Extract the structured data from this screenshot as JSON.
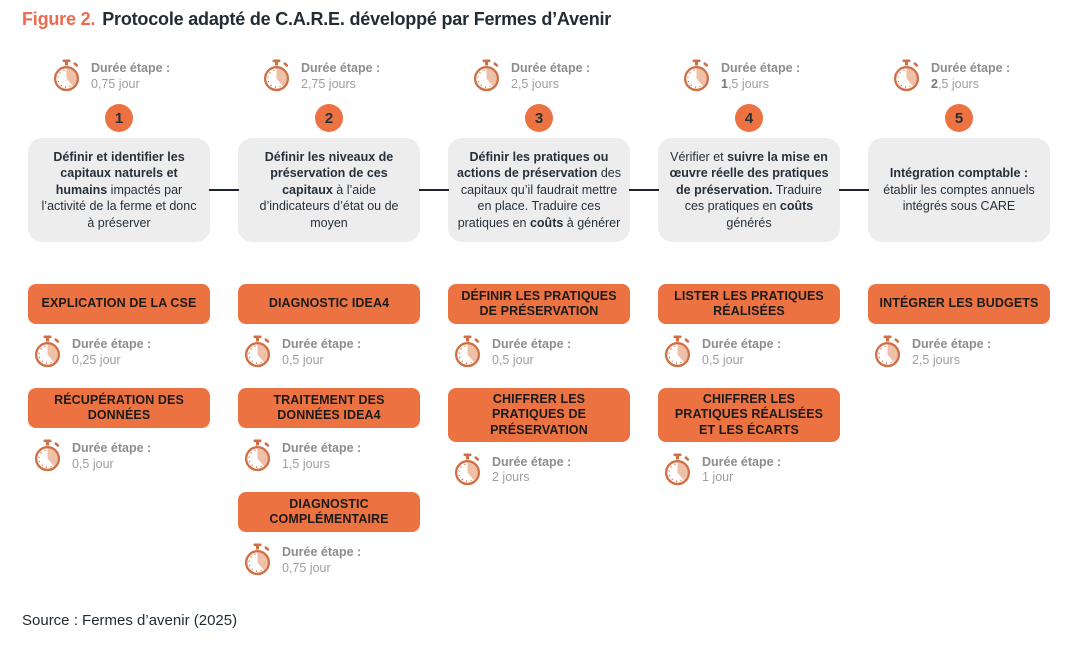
{
  "title": {
    "figure_label": "Figure 2.",
    "text": "Protocole adapté de C.A.R.E. développé par Fermes d’Avenir"
  },
  "duration_label": "Durée étape :",
  "source": "Source : Fermes d’avenir (2025)",
  "colors": {
    "accent_orange": "#ed7242",
    "figure_label_orange": "#ee6a4e",
    "gray_box": "#ededee",
    "dark_text": "#26303a",
    "muted_gray_text": "#9e9e9e",
    "stopwatch_outline": "#cf6f45",
    "stopwatch_sector": "#efc0a8",
    "connector_black": "#1e242b"
  },
  "icons": {
    "duration_icon": "stopwatch-icon"
  },
  "steps": [
    {
      "number": "1",
      "duration": [
        {
          "text": "0,75 jour",
          "bold": false
        }
      ],
      "description": [
        {
          "text": "Définir et identifier les capitaux naturels et humains",
          "bold": true
        },
        {
          "text": " impactés par l’activité de la ferme et donc à préserver",
          "bold": false
        }
      ],
      "substeps": [
        {
          "label": "EXPLICATION DE LA CSE",
          "duration": [
            {
              "text": "0,25 jour",
              "bold": false
            }
          ]
        },
        {
          "label": "RÉCUPÉRATION DES DONNÉES",
          "duration": [
            {
              "text": "0,5 jour",
              "bold": false
            }
          ]
        }
      ]
    },
    {
      "number": "2",
      "duration": [
        {
          "text": "2,75 jours",
          "bold": false
        }
      ],
      "description": [
        {
          "text": "Définir les niveaux de préservation de ces capitaux",
          "bold": true
        },
        {
          "text": " à l’aide d’indicateurs d’état ou de moyen",
          "bold": false
        }
      ],
      "substeps": [
        {
          "label": "DIAGNOSTIC IDEA4",
          "duration": [
            {
              "text": "0,5 jour",
              "bold": false
            }
          ]
        },
        {
          "label": "TRAITEMENT DES DONNÉES IDEA4",
          "duration": [
            {
              "text": "1,5 jours",
              "bold": false
            }
          ]
        },
        {
          "label": "DIAGNOSTIC COMPLÉMENTAIRE",
          "duration": [
            {
              "text": "0,75 jour",
              "bold": false
            }
          ]
        }
      ]
    },
    {
      "number": "3",
      "duration": [
        {
          "text": "2,5 jours",
          "bold": false
        }
      ],
      "description": [
        {
          "text": "Définir les pratiques ou actions de préservation",
          "bold": true
        },
        {
          "text": " des capitaux qu’il faudrait mettre en place. Traduire ces pratiques en ",
          "bold": false
        },
        {
          "text": "coûts",
          "bold": true
        },
        {
          "text": " à générer",
          "bold": false
        }
      ],
      "substeps": [
        {
          "label": "DÉFINIR LES PRATIQUES DE PRÉSERVATION",
          "duration": [
            {
              "text": "0,5 jour",
              "bold": false
            }
          ]
        },
        {
          "label": "CHIFFRER LES PRATIQUES DE PRÉSERVATION",
          "duration": [
            {
              "text": "2 jours",
              "bold": false
            }
          ]
        }
      ]
    },
    {
      "number": "4",
      "duration": [
        {
          "text": "1",
          "bold": true
        },
        {
          "text": ",5 jours",
          "bold": false
        }
      ],
      "description": [
        {
          "text": "Vérifier et ",
          "bold": false
        },
        {
          "text": "suivre la mise en œuvre réelle des pratiques de préservation.",
          "bold": true
        },
        {
          "text": " Traduire ces pratiques en ",
          "bold": false
        },
        {
          "text": "coûts",
          "bold": true
        },
        {
          "text": " générés",
          "bold": false
        }
      ],
      "substeps": [
        {
          "label": "LISTER LES PRATIQUES RÉALISÉES",
          "duration": [
            {
              "text": "0,5 jour",
              "bold": false
            }
          ]
        },
        {
          "label": "CHIFFRER LES PRATIQUES RÉALISÉES ET LES ÉCARTS",
          "duration": [
            {
              "text": "1 jour",
              "bold": false
            }
          ]
        }
      ]
    },
    {
      "number": "5",
      "duration": [
        {
          "text": "2",
          "bold": true
        },
        {
          "text": ",5 jours",
          "bold": false
        }
      ],
      "description": [
        {
          "text": "Intégration comptable :",
          "bold": true
        },
        {
          "text": " établir les comptes annuels intégrés sous CARE",
          "bold": false
        }
      ],
      "substeps": [
        {
          "label": "INTÉGRER LES BUDGETS",
          "duration": [
            {
              "text": "2,5 jours",
              "bold": false
            }
          ]
        }
      ]
    }
  ]
}
